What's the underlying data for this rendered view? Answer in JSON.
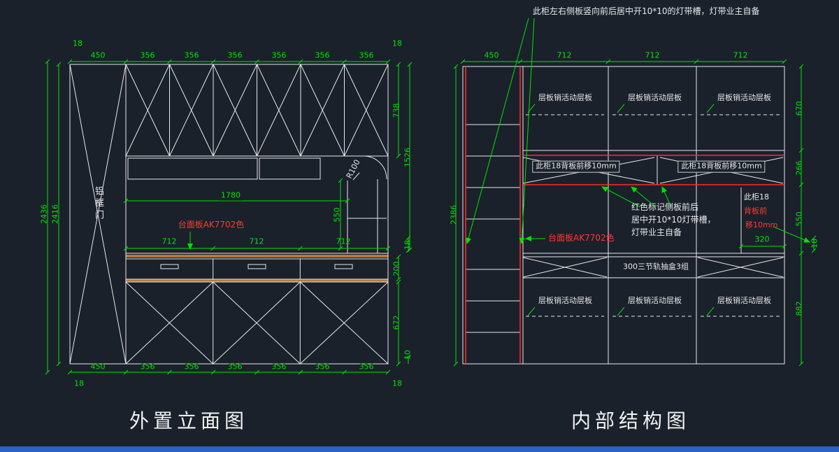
{
  "app": {
    "background_color": "#1a212b",
    "taskbar_color": "#2b63c4",
    "line_color": "#e8e8e8",
    "dimension_color": "#00e400",
    "highlight_color": "#ff2a2a",
    "wood_color": "#b5793a"
  },
  "left": {
    "title": "外置立面图",
    "door_label": "铝框门",
    "counter_label": "台面板AK7702色",
    "top": {
      "t18l": "18",
      "d": [
        "450",
        "356",
        "356",
        "356",
        "356",
        "356",
        "356"
      ],
      "t18r": "18"
    },
    "bottom": {
      "t18l": "18",
      "d": [
        "450",
        "356",
        "356",
        "356",
        "356",
        "356",
        "356"
      ],
      "t18r": "18"
    },
    "side_left": [
      "2436",
      "2416"
    ],
    "side_right": {
      "d738": "738",
      "d1526": "1526",
      "d18": "18",
      "d200": "200",
      "d672": "672",
      "d10": "10"
    },
    "inner": {
      "d1780": "1780",
      "d712": [
        "712",
        "712",
        "712"
      ],
      "d550": "550",
      "r100": "R100"
    }
  },
  "right": {
    "title": "内部结构图",
    "note_top": "此柜左右侧板竖向前后居中开10*10的灯带槽，灯带业主自备",
    "top_dims": [
      "450",
      "712",
      "712",
      "712"
    ],
    "side_left": "2386",
    "side_right": {
      "d670": "670",
      "d266": "266",
      "d550": "550",
      "d18": "18",
      "d882": "882"
    },
    "shelf_label": "层板销活动层板",
    "back_note": "此柜18背板前移10mm",
    "red_note": {
      "l1": "红色标记侧板前后",
      "l2": "居中开10*10灯带槽，",
      "l3": "灯带业主自备"
    },
    "side_note": {
      "l1": "此柜18",
      "l2": "背板前",
      "l3": "移10mm"
    },
    "d320": "320",
    "counter_label": "台面板AK7702色",
    "drawer_label": "300三节轨抽盒3组"
  }
}
